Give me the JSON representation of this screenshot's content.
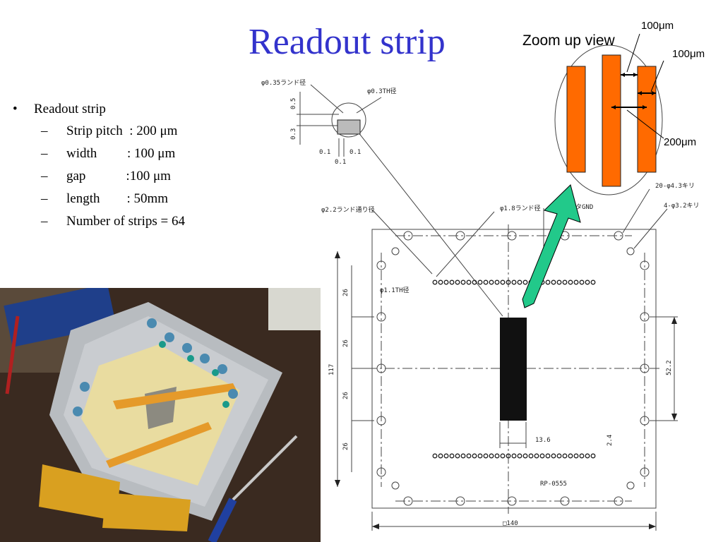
{
  "title": "Readout strip",
  "bullets": {
    "heading": "Readout strip",
    "items": [
      "Strip pitch  : 200 μm",
      "width         : 100 μm",
      "gap            :100 μm",
      "length        : 50mm",
      "Number of strips = 64"
    ]
  },
  "zoom": {
    "label": "Zoom up view",
    "dim_gap": "100μm",
    "dim_width": "100μm",
    "dim_pitch": "200μm",
    "strip_color": "#ff6a00",
    "arrow_color": "#22c98a"
  },
  "drawing": {
    "land_dia_small": "φ0.35ランド径",
    "th_dia_small": "φ0.3TH径",
    "dim_05": "0.5",
    "dim_03": "0.3",
    "dim_01a": "0.1",
    "dim_01b": "0.1",
    "dim_01c": "0.1",
    "land_dia_22": "φ2.2ランド通り径",
    "land_dia_18": "φ1.8ランド径",
    "gnd": "タGND",
    "holes_20": "20-φ4.3キリ",
    "holes_4": "4-φ3.2キリ",
    "th_11": "φ1.1TH径",
    "dim_26": "26",
    "dim_117": "117",
    "dim_522": "52.2",
    "dim_136": "13.6",
    "dim_24": "2.4",
    "part_no": "RP-0555",
    "dim_140": "□140"
  },
  "photo": {
    "bg": "#3a2a20",
    "board": "#e9dca0",
    "tape": "#e59a2a"
  }
}
